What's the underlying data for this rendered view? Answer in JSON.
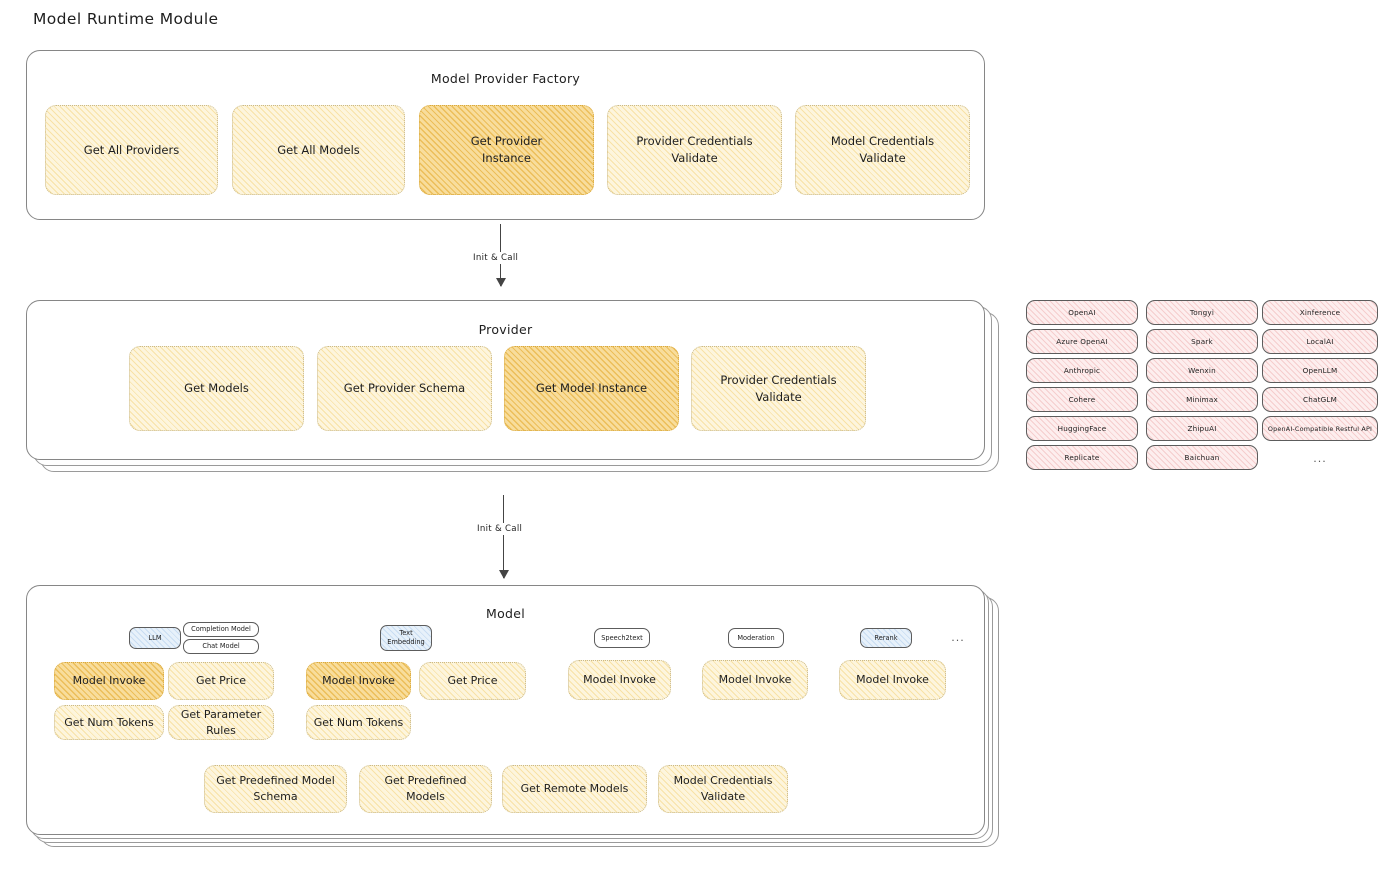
{
  "title": "Model Runtime Module",
  "factory": {
    "title": "Model Provider Factory",
    "nodes": [
      {
        "label": "Get All Providers",
        "highlight": false
      },
      {
        "label": "Get All Models",
        "highlight": false
      },
      {
        "label": "Get Provider\nInstance",
        "highlight": true
      },
      {
        "label": "Provider Credentials\nValidate",
        "highlight": false
      },
      {
        "label": "Model Credentials\nValidate",
        "highlight": false
      }
    ]
  },
  "arrow1": {
    "label": "Init & Call"
  },
  "provider": {
    "title": "Provider",
    "nodes": [
      {
        "label": "Get Models",
        "highlight": false
      },
      {
        "label": "Get Provider Schema",
        "highlight": false
      },
      {
        "label": "Get Model Instance",
        "highlight": true
      },
      {
        "label": "Provider Credentials\nValidate",
        "highlight": false
      }
    ]
  },
  "arrow2": {
    "label": "Init & Call"
  },
  "provider_list": {
    "columns": [
      [
        "OpenAI",
        "Azure OpenAI",
        "Anthropic",
        "Cohere",
        "HuggingFace",
        "Replicate"
      ],
      [
        "Tongyi",
        "Spark",
        "Wenxin",
        "Minimax",
        "ZhipuAI",
        "Baichuan"
      ],
      [
        "Xinference",
        "LocalAI",
        "OpenLLM",
        "ChatGLM",
        "OpenAI-Compatible Restful API"
      ]
    ],
    "more": "..."
  },
  "model": {
    "title": "Model",
    "more": "...",
    "types": [
      {
        "badge": "LLM",
        "badge_blue": true,
        "sub_badges": [
          "Completion Model",
          "Chat Model"
        ],
        "methods": [
          {
            "label": "Model Invoke",
            "highlight": true
          },
          {
            "label": "Get Price",
            "highlight": false
          },
          {
            "label": "Get Num Tokens",
            "highlight": false
          },
          {
            "label": "Get Parameter\nRules",
            "highlight": false
          }
        ]
      },
      {
        "badge": "Text\nEmbedding",
        "badge_blue": true,
        "sub_badges": [],
        "methods": [
          {
            "label": "Model Invoke",
            "highlight": true
          },
          {
            "label": "Get Price",
            "highlight": false
          },
          {
            "label": "Get Num Tokens",
            "highlight": false
          }
        ]
      },
      {
        "badge": "Speech2text",
        "badge_blue": false,
        "sub_badges": [],
        "methods": [
          {
            "label": "Model Invoke",
            "highlight": false
          }
        ]
      },
      {
        "badge": "Moderation",
        "badge_blue": false,
        "sub_badges": [],
        "methods": [
          {
            "label": "Model Invoke",
            "highlight": false
          }
        ]
      },
      {
        "badge": "Rerank",
        "badge_blue": true,
        "sub_badges": [],
        "methods": [
          {
            "label": "Model Invoke",
            "highlight": false
          }
        ]
      }
    ],
    "common_nodes": [
      {
        "label": "Get Predefined Model\nSchema"
      },
      {
        "label": "Get Predefined\nModels"
      },
      {
        "label": "Get Remote Models"
      },
      {
        "label": "Model Credentials\nValidate"
      }
    ]
  }
}
